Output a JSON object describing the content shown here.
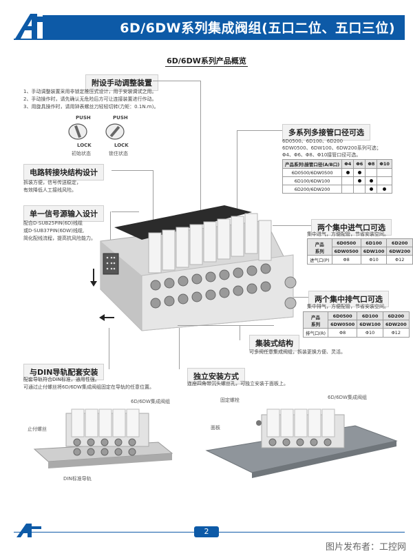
{
  "header": {
    "title": "6D/6DW系列集成阀组(五口二位、五口三位)",
    "subtitle": "6D/6DW系列产品概览"
  },
  "manual_adjust": {
    "label": "附设手动调整装置",
    "lines": [
      "1、手动调整装置采用非锁定推压式设计，用于安装调试之用。",
      "2、手动操作时，请先确认无危险后方可让连接装置进行作动。",
      "3、用旋具操作时，请用钟表螺丝刀轻轻切转(力矩：0.1N.m)。"
    ],
    "knob1": {
      "push": "PUSH",
      "lock": "LOCK",
      "caption": "初始状态"
    },
    "knob2": {
      "push": "PUSH",
      "lock": "LOCK",
      "caption": "锁住状态"
    }
  },
  "circuit": {
    "label": "电路转接块结构设计",
    "lines": [
      "拆装方便，信号传送稳定，",
      "有效降低人工接线风险。"
    ]
  },
  "single_signal": {
    "label": "单一信号源输入设计",
    "lines": [
      "配合D-SUB25PIN(6D)线缆",
      "或D-SUB37PIN(6DW)线缆,",
      "简化配线流程，提高抗风险能力。"
    ]
  },
  "multi_port": {
    "label": "多系列多接管口径可选",
    "lines": [
      "6D0500、6D100、6D200",
      "6DW0500、6DW100、6DW200系列可选；",
      "Φ4、Φ6、Φ8、Φ10接管口径可选。"
    ],
    "table": {
      "header": [
        "产品系列\\接管口径(A/B口)",
        "Φ4",
        "Φ6",
        "Φ8",
        "Φ10"
      ],
      "rows": [
        {
          "name": "6D0500/6DW0500",
          "marks": [
            true,
            true,
            false,
            false
          ]
        },
        {
          "name": "6D100/6DW100",
          "marks": [
            false,
            true,
            true,
            false
          ]
        },
        {
          "name": "6D200/6DW200",
          "marks": [
            false,
            false,
            true,
            true
          ]
        }
      ]
    }
  },
  "intake": {
    "label": "两个集中进气口可选",
    "desc": "集中进气，方便配管，节省安装空间。",
    "table": {
      "row_head": [
        "产品",
        "系列"
      ],
      "cols": [
        [
          "6D0500",
          "6DW0500"
        ],
        [
          "6D100",
          "6DW100"
        ],
        [
          "6D200",
          "6DW200"
        ]
      ],
      "row_label": "进气口(P)",
      "values": [
        "Φ8",
        "Φ10",
        "Φ12"
      ]
    }
  },
  "exhaust": {
    "label": "两个集中排气口可选",
    "desc": "集中排气，方便配管，节省安装空间。",
    "table": {
      "row_head": [
        "产品",
        "系列"
      ],
      "cols": [
        [
          "6D0500",
          "6DW0500"
        ],
        [
          "6D100",
          "6DW100"
        ],
        [
          "6D200",
          "6DW200"
        ]
      ],
      "row_label": "排气口(R)",
      "values": [
        "Φ8",
        "Φ10",
        "Φ12"
      ]
    }
  },
  "assembly": {
    "label": "集装式结构",
    "desc": "可多阀任意集成阀组，拆装更换方便、灵活。"
  },
  "din": {
    "label": "与DIN导轨配套安装",
    "lines": [
      "配套导轨符合DIN标准，通用性强。",
      "可通过止付螺丝将6D/6DW集成阀组固定在导轨的任意位置。"
    ],
    "fig": {
      "manifold": "6D/6DW集成阀组",
      "screw": "止付螺丝",
      "rail": "DIN标准导轨"
    }
  },
  "independent": {
    "label": "独立安装方式",
    "desc": "连座四角带沉头螺丝孔，可独立安装于面板上。",
    "fig": {
      "manifold": "6D/6DW集成阀组",
      "bolt": "固定螺栓",
      "panel": "面板"
    }
  },
  "footer": {
    "page": "2",
    "publisher": "图片发布者：工控网"
  },
  "colors": {
    "brand": "#0d5aa7"
  }
}
